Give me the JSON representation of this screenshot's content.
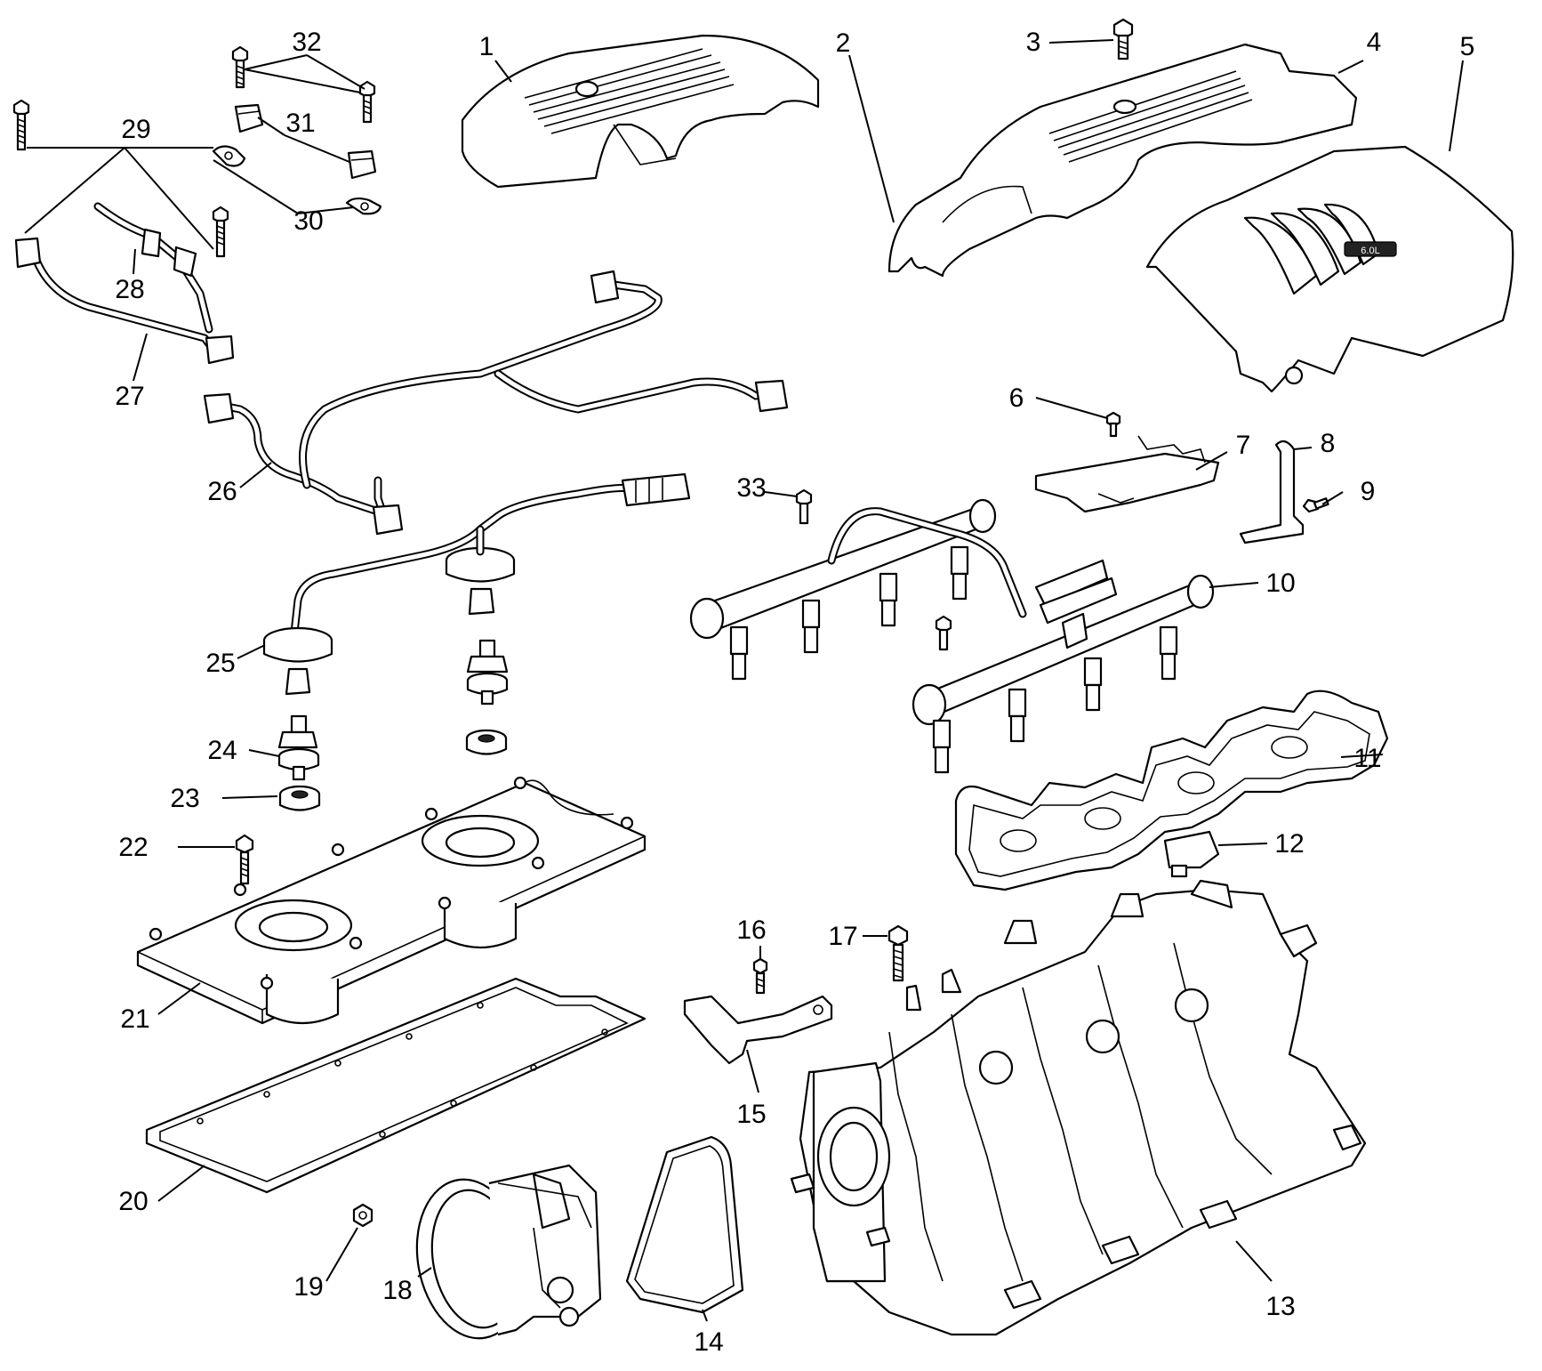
{
  "diagram": {
    "callouts": [
      "1",
      "2",
      "3",
      "4",
      "5",
      "6",
      "7",
      "8",
      "9",
      "10",
      "11",
      "12",
      "13",
      "14",
      "15",
      "16",
      "17",
      "18",
      "19",
      "20",
      "21",
      "22",
      "23",
      "24",
      "25",
      "26",
      "27",
      "28",
      "29",
      "30",
      "31",
      "32",
      "33"
    ],
    "badge_text": "6.0L"
  }
}
